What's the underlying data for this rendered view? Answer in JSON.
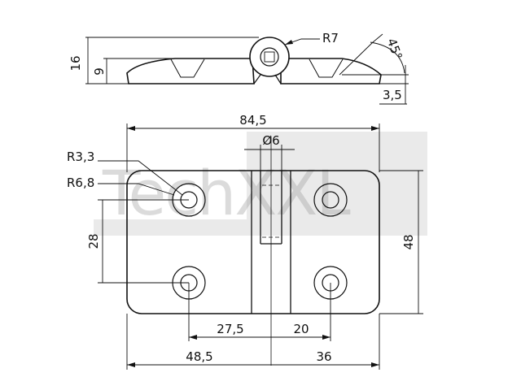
{
  "drawing": {
    "title": "",
    "watermark": "TechXXL",
    "colors": {
      "line": "#111111",
      "watermark": "#9a9a9a",
      "background": "#ffffff"
    }
  },
  "side_view": {
    "dims": {
      "overall_height": "16",
      "leaf_height": "9",
      "knuckle_radius": "R7",
      "angle": "45°",
      "leaf_thickness": "3,5"
    }
  },
  "plan_view": {
    "dims": {
      "overall_width": "84,5",
      "pin_diameter": "Ø6",
      "hole_radius": "R3,3",
      "counterbore_radius": "R6,8",
      "hole_pitch_vertical": "28",
      "overall_height": "48",
      "left_hole_to_axis": "27,5",
      "right_hole_to_axis": "20",
      "left_leaf_width": "48,5",
      "right_leaf_width": "36"
    }
  }
}
